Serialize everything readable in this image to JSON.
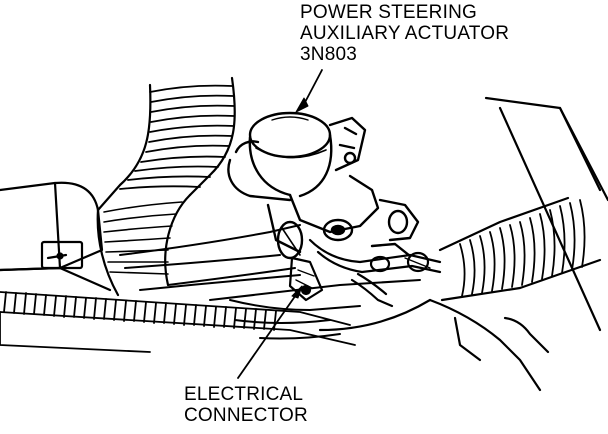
{
  "labels": {
    "actuator": {
      "line1": "POWER STEERING",
      "line2": "AUXILIARY ACTUATOR",
      "line3": "3N803"
    },
    "connector": {
      "line1": "ELECTRICAL",
      "line2": "CONNECTOR"
    }
  },
  "colors": {
    "ink": "#000000",
    "paper": "#ffffff"
  }
}
